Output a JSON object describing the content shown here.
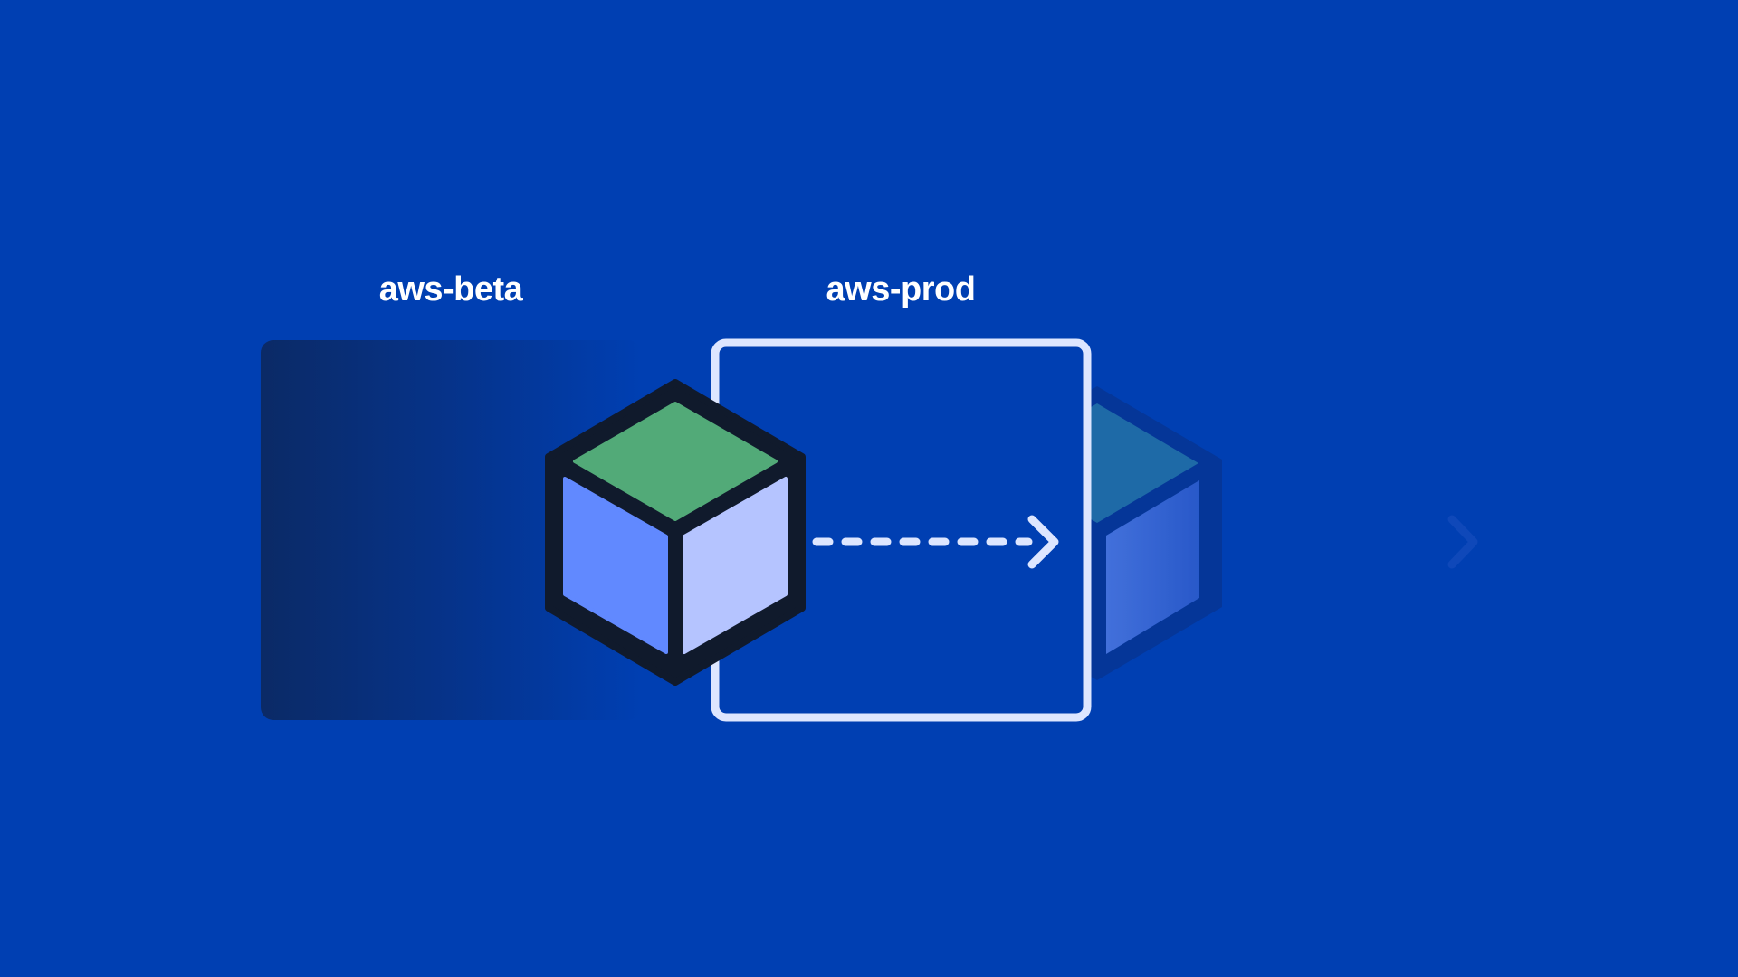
{
  "diagram": {
    "environments": [
      {
        "id": "beta",
        "label": "aws-beta",
        "state": "previous"
      },
      {
        "id": "prod",
        "label": "aws-prod",
        "state": "current"
      }
    ],
    "flow": "left-to-right"
  },
  "colors": {
    "background": "#003fb2",
    "beta_box_dark": "#0a2a66",
    "prod_box_border": "#dde6ff",
    "cube_outline": "#101a2c",
    "cube_top": "#52aa78",
    "cube_left": "#6189ff",
    "cube_right": "#b5c4ff",
    "arrow_dashes": "#dde6ff"
  },
  "icons": {
    "package": "cube-icon",
    "flow_arrow": "arrow-right-icon"
  }
}
